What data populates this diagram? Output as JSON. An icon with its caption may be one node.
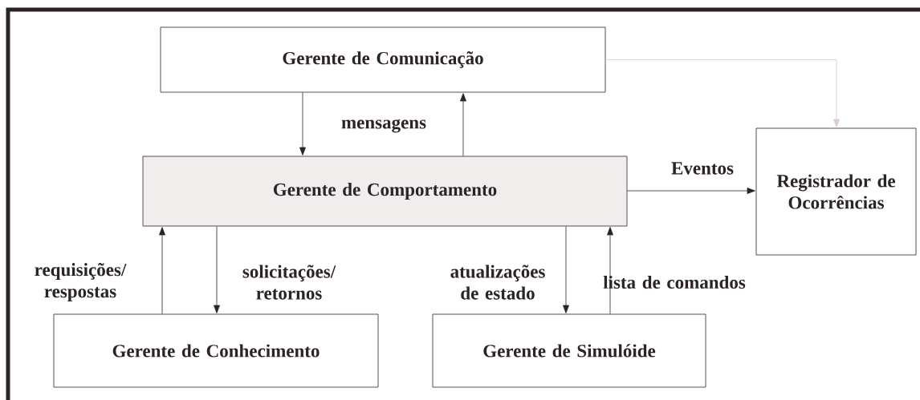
{
  "diagram": {
    "nodes": [
      {
        "text": [
          "Gerente de Comunicação"
        ]
      },
      {
        "text": [
          "Gerente de Comportamento"
        ]
      },
      {
        "text": [
          "Registrador de Ocorrências"
        ]
      },
      {
        "text": [
          "Gerente de Conhecimento"
        ]
      },
      {
        "text": [
          "Gerente de Simulóide"
        ]
      }
    ],
    "edges": [
      {
        "from": 0,
        "to": 1,
        "arrow": "to"
      },
      {
        "from": 1,
        "to": 0,
        "arrow": "to",
        "label": "mensagens"
      },
      {
        "from": 0,
        "to": 2,
        "arrow": "to",
        "color": "#d8cccc"
      },
      {
        "from": 1,
        "to": 2,
        "arrow": "to",
        "label": "Eventos"
      },
      {
        "from": 3,
        "to": 1,
        "arrow": "to",
        "label": "requisições/ respostas"
      },
      {
        "from": 1,
        "to": 3,
        "arrow": "to",
        "label": "solicitações/ retornos"
      },
      {
        "from": 1,
        "to": 4,
        "arrow": "to",
        "label": "atualizações de estado"
      },
      {
        "from": 4,
        "to": 1,
        "arrow": "to",
        "label": "lista de comandos"
      }
    ]
  }
}
